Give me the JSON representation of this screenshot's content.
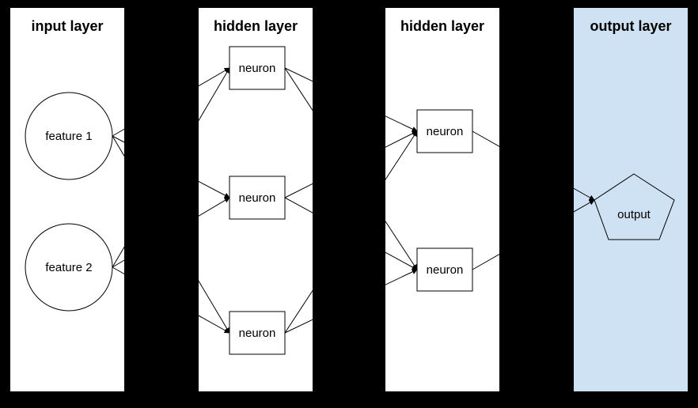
{
  "diagram": {
    "type": "neural-network",
    "background_color": "#000000",
    "edge_color": "#000000",
    "layers": [
      {
        "title": "input layer",
        "fill": "#ffffff",
        "nodes": [
          {
            "id": "feature-1",
            "shape": "circle",
            "label": "feature 1"
          },
          {
            "id": "feature-2",
            "shape": "circle",
            "label": "feature 2"
          }
        ]
      },
      {
        "title": "hidden layer",
        "fill": "#ffffff",
        "nodes": [
          {
            "id": "hidden1-neuron1",
            "shape": "rect",
            "label": "neuron"
          },
          {
            "id": "hidden1-neuron2",
            "shape": "rect",
            "label": "neuron"
          },
          {
            "id": "hidden1-neuron3",
            "shape": "rect",
            "label": "neuron"
          }
        ]
      },
      {
        "title": "hidden layer",
        "fill": "#ffffff",
        "nodes": [
          {
            "id": "hidden2-neuron1",
            "shape": "rect",
            "label": "neuron"
          },
          {
            "id": "hidden2-neuron2",
            "shape": "rect",
            "label": "neuron"
          }
        ]
      },
      {
        "title": "output layer",
        "fill": "#cfe2f3",
        "nodes": [
          {
            "id": "output",
            "shape": "pentagon",
            "label": "output"
          }
        ]
      }
    ],
    "edges": [
      {
        "from": "feature-1",
        "to": "hidden1-neuron1"
      },
      {
        "from": "feature-1",
        "to": "hidden1-neuron2"
      },
      {
        "from": "feature-1",
        "to": "hidden1-neuron3"
      },
      {
        "from": "feature-2",
        "to": "hidden1-neuron1"
      },
      {
        "from": "feature-2",
        "to": "hidden1-neuron2"
      },
      {
        "from": "feature-2",
        "to": "hidden1-neuron3"
      },
      {
        "from": "hidden1-neuron1",
        "to": "hidden2-neuron1"
      },
      {
        "from": "hidden1-neuron1",
        "to": "hidden2-neuron2"
      },
      {
        "from": "hidden1-neuron2",
        "to": "hidden2-neuron1"
      },
      {
        "from": "hidden1-neuron2",
        "to": "hidden2-neuron2"
      },
      {
        "from": "hidden1-neuron3",
        "to": "hidden2-neuron1"
      },
      {
        "from": "hidden1-neuron3",
        "to": "hidden2-neuron2"
      },
      {
        "from": "hidden2-neuron1",
        "to": "output"
      },
      {
        "from": "hidden2-neuron2",
        "to": "output"
      }
    ]
  }
}
